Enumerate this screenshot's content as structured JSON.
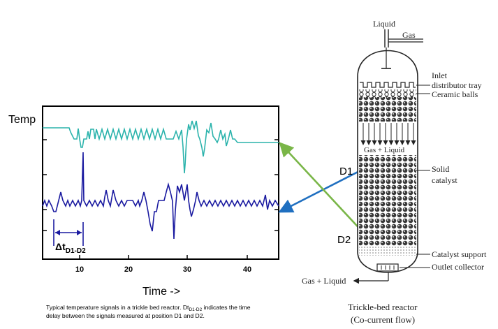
{
  "figure": {
    "y_label": "Temp",
    "x_label": "Time ->",
    "x_ticks": [
      "10",
      "20",
      "30",
      "40"
    ],
    "delay_label_main": "Δt",
    "delay_label_sub": "D1-D2",
    "caption_line1_before": "Typical temperature signals in a trickle bed reactor. Dt",
    "caption_line1_sub": "D1-D2",
    "caption_line1_after": " indicates the time",
    "caption_line2": "delay between the signals measured at position D1 and D2.",
    "probe_d1": "D1",
    "probe_d2": "D2",
    "signal_colors": {
      "D1": "#2bb3ac",
      "D2": "#1a1aa0"
    },
    "arrow_colors": {
      "D1": "#1f6fc0",
      "D2": "#7ab648"
    }
  },
  "reactor": {
    "labels": {
      "liquid": "Liquid",
      "gas": "Gas",
      "inlet": "Inlet",
      "distributor": "distributor tray",
      "ceramic": "Ceramic balls",
      "gas_liquid_inner": "Gas + Liquid",
      "solid": "Solid",
      "catalyst": "catalyst",
      "support": "Catalyst support",
      "outlet": "Outlet collector",
      "gas_liquid_out": "Gas + Liquid"
    },
    "title_line1": "Trickle-bed reactor",
    "title_line2": "(Co-current flow)"
  }
}
